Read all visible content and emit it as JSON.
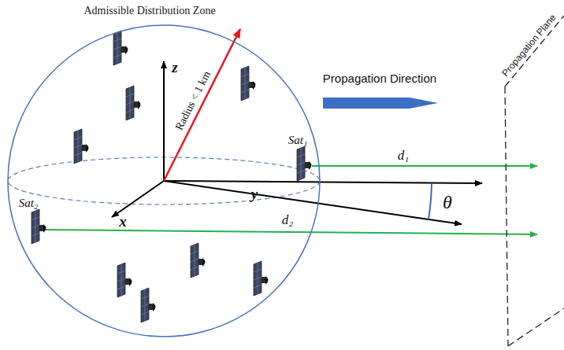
{
  "diagram": {
    "nodes": [
      {
        "text": [
          "Admissible Distribution Zone"
        ]
      },
      {
        "text": [
          "Propagation Plane"
        ]
      }
    ],
    "labels": [
      "z",
      "Radius < 1 km",
      "Propagation Direction",
      "Sat₁",
      "d₁",
      "y",
      "θ",
      "x",
      "Sat₂",
      "d₂"
    ]
  }
}
